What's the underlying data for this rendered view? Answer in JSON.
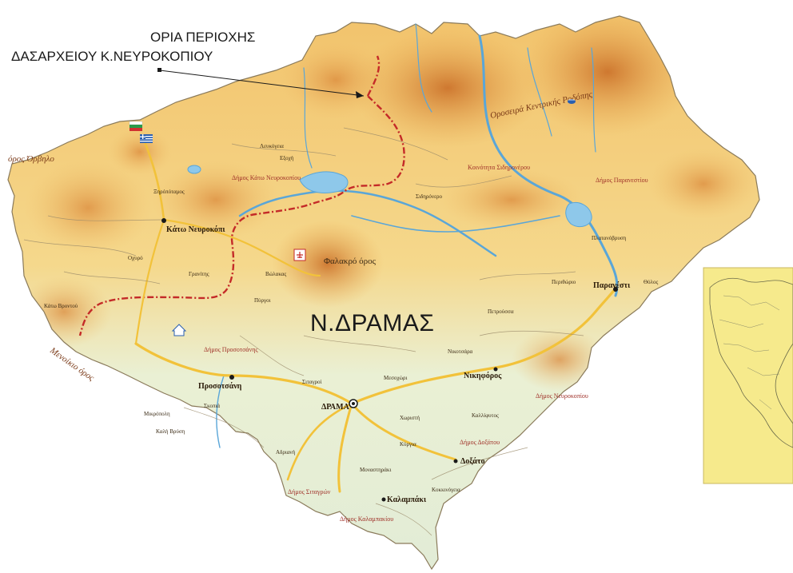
{
  "annotation": {
    "line1": "ΟΡΙΑ ΠΕΡΙΟΧΗΣ",
    "line2": "ΔΑΣΑΡΧΕΙΟΥ Κ.ΝΕΥΡΟΚΟΠΙΟΥ"
  },
  "region_title": "Ν.ΔΡΑΜΑΣ",
  "colors": {
    "boundary": "#c42a28",
    "roads": "#f2c23a",
    "rivers": "#5aa6d8",
    "lowland": "#e6efd8",
    "highland": "#d88a36",
    "inset": "#f6ea8c"
  },
  "icons": [
    "bulgaria-flag-icon",
    "greece-flag-icon",
    "city-marker-icon",
    "airport-icon",
    "lake-icon",
    "refuge-icon"
  ],
  "labels": {
    "drama": "ΔΡΑΜΑ",
    "kato_nevrokopi": "Κάτω Νευροκόπι",
    "prosotsani": "Προσοτσάνη",
    "paranesti": "Παρανέστι",
    "falakro": "Φαλακρό όρος",
    "kalampaki": "Καλαμπάκι",
    "doxato": "Δοξάτο",
    "nikiforos": "Νικηφόρος",
    "rodopi_range": "Οροσειρά Κεντρικής Ροδόπης",
    "orvilos": "όρος Όρβηλο",
    "menikio": "Μενοίκιο όρος",
    "dimos_kato_nevrokopiou": "Δήμος Κάτω Νευροκοπίου",
    "dimos_paranestiou": "Δήμος Παρανεστίου",
    "dimos_prosotsanis": "Δήμος Προσοτσάνης",
    "dimos_doxatou": "Δήμος Δοξάτου",
    "dimos_nevrokopiou": "Δήμος Νευροκοπίου",
    "dimos_kalampakiou": "Δήμος Καλαμπακίου",
    "dimos_sitagron": "Δήμος Σιταγρών",
    "koinotita_sidironerou": "Κοινότητα Σιδηρονέρου",
    "xiropotamos": "Ξηρόπόταμος",
    "volakas": "Βώλακας",
    "granitis": "Γρανίτης",
    "sidironero": "Σιδηρόνερο",
    "kallifytos": "Καλλίφυτος",
    "petroussa": "Πετρούσσα",
    "choristi": "Χωριστή",
    "monastiraki": "Μοναστηράκι",
    "nikotsara": "Νικοτσάρα",
    "kyrgia": "Κύργια",
    "lefkogeia": "Λευκόγεια",
    "exochi": "Εξοχή",
    "perithorio": "Περιθώριο",
    "ochiro": "Οχυρό",
    "tholos": "Θόλος",
    "pyrgoi": "Πύργοι",
    "mikropoli": "Μικρόπολη",
    "kali_vrysi": "Καλή Βρύση",
    "sitagri": "Σιταγροί",
    "adriani": "Αδριανή",
    "platanovrysi": "Πλατανόβρυση",
    "kokkinogeia": "Κοκκινόγεια",
    "skopia": "Σκοπιά",
    "mesochori": "Μεσοχώρι",
    "kato_vrontou": "Κάτω Βροντού"
  }
}
